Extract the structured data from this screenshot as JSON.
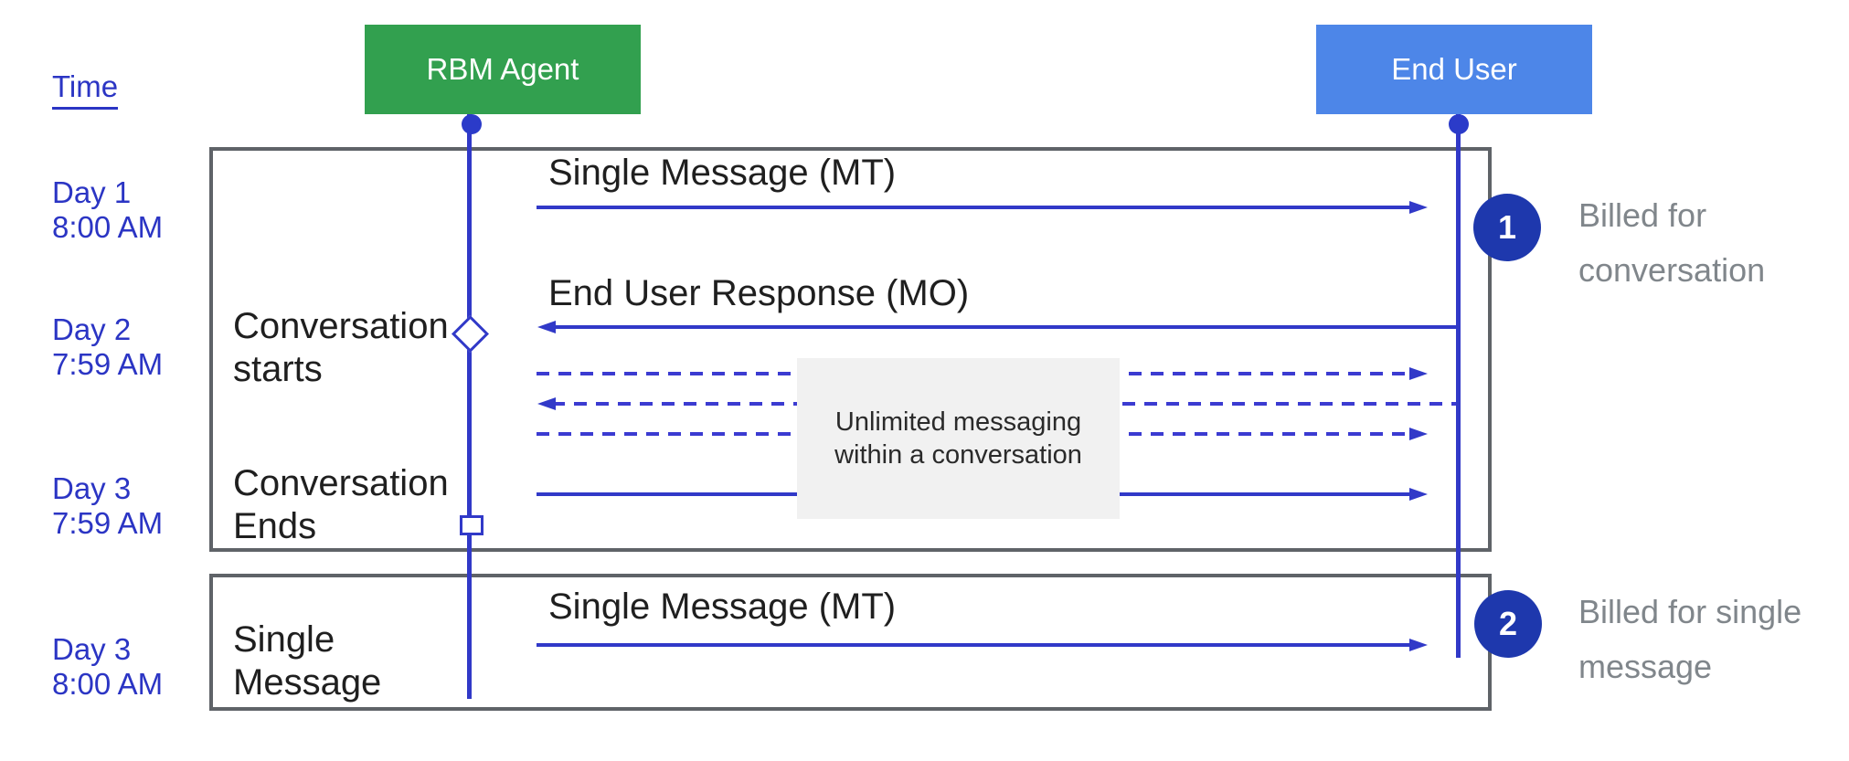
{
  "legend": {
    "time_label": "Time"
  },
  "actors": {
    "agent": {
      "label": "RBM Agent",
      "color": "#32a04f"
    },
    "end_user": {
      "label": "End User",
      "color": "#4d86e8"
    }
  },
  "timeline": [
    {
      "label": "Day 1\n8:00 AM"
    },
    {
      "label": "Day 2\n7:59 AM"
    },
    {
      "label": "Day 3\n7:59 AM"
    },
    {
      "label": "Day 3\n8:00 AM"
    }
  ],
  "frame1": {
    "msg1": "Single Message (MT)",
    "msg2": "End User Response (MO)",
    "conversation_starts": "Conversation\nstarts",
    "conversation_ends": "Conversation\nEnds",
    "note": "Unlimited messaging\nwithin a conversation",
    "billing_number": "1",
    "billing_text": "Billed for\nconversation"
  },
  "frame2": {
    "agent_action": "Single\nMessage",
    "msg1": "Single Message (MT)",
    "billing_number": "2",
    "billing_text": "Billed for single\nmessage"
  },
  "colors": {
    "line_blue": "#3139c8",
    "text_blue": "#2b35c4",
    "badge_blue": "#1e38ad",
    "agent_green": "#32a04f",
    "end_user_blue": "#4d86e8",
    "frame_gray": "#5f6368",
    "note_bg": "#f1f1f1",
    "billing_text_gray": "#80868b",
    "label_black": "#1f1f1f"
  }
}
